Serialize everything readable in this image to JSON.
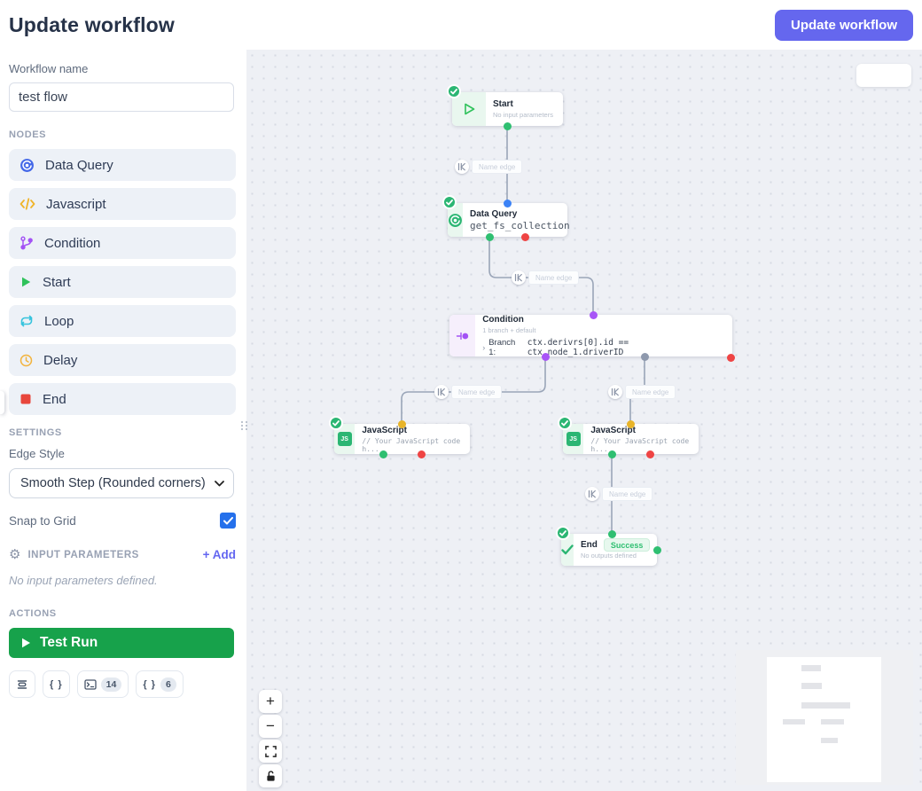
{
  "header": {
    "title": "Update workflow",
    "update_button": "Update workflow"
  },
  "sidebar": {
    "workflow_name_label": "Workflow name",
    "workflow_name_value": "test flow",
    "nodes_header": "NODES",
    "nodes": [
      {
        "label": "Data Query",
        "icon": "database-query-icon",
        "color": "#4468e8"
      },
      {
        "label": "Javascript",
        "icon": "code-icon",
        "color": "#f0b429"
      },
      {
        "label": "Condition",
        "icon": "branch-icon",
        "color": "#a352f5"
      },
      {
        "label": "Start",
        "icon": "play-icon",
        "color": "#2fc25b"
      },
      {
        "label": "Loop",
        "icon": "loop-icon",
        "color": "#35c3dd"
      },
      {
        "label": "Delay",
        "icon": "clock-icon",
        "color": "#f2b33d"
      },
      {
        "label": "End",
        "icon": "stop-icon",
        "color": "#e8463c"
      }
    ],
    "settings_header": "SETTINGS",
    "edge_style_label": "Edge Style",
    "edge_style_value": "Smooth Step (Rounded corners)",
    "snap_to_grid_label": "Snap to Grid",
    "snap_to_grid_checked": true,
    "input_parameters_header": "INPUT PARAMETERS",
    "add_button": "+ Add",
    "no_input_parameters_note": "No input parameters defined.",
    "actions_header": "ACTIONS",
    "test_run_button": "Test Run",
    "toolbar": {
      "console_dock_icon": "console-dock-icon",
      "braces_icon_label": "{ }",
      "terminal_badge": "14",
      "braces_badge": "6"
    }
  },
  "canvas": {
    "edge_label_placeholder": "Name edge",
    "nodes": {
      "start": {
        "title": "Start",
        "subtitle": "No input parameters"
      },
      "data_query": {
        "title": "Data Query",
        "subtitle": "get_fs_collection"
      },
      "condition": {
        "title": "Condition",
        "subtitle": "1 branch + default",
        "branch_caret": "›",
        "branch_label": "Branch 1:",
        "expression": "ctx.derivrs[0].id == ctx.node_1.driverID"
      },
      "javascript_left": {
        "title": "JavaScript",
        "subtitle": "// Your JavaScript code h..."
      },
      "javascript_right": {
        "title": "JavaScript",
        "subtitle": "// Your JavaScript code h..."
      },
      "end": {
        "title": "End",
        "status_badge": "Success",
        "subtitle": "No outputs defined"
      }
    },
    "controls": {
      "zoom_in": "+",
      "zoom_out": "−"
    }
  },
  "colors": {
    "accent_purple": "#6567ee",
    "node_green": "#2bb673",
    "test_run_green": "#17a24b",
    "checkbox_blue": "#2570eb",
    "edge_gray": "#9aa5b8",
    "handle_green": "#2fbf71",
    "handle_blue": "#3b82f6",
    "handle_red": "#ef4444",
    "handle_purple": "#a855f7",
    "handle_yellow": "#e8b429",
    "handle_gray": "#8e99ad",
    "canvas_bg": "#eef0f5"
  }
}
